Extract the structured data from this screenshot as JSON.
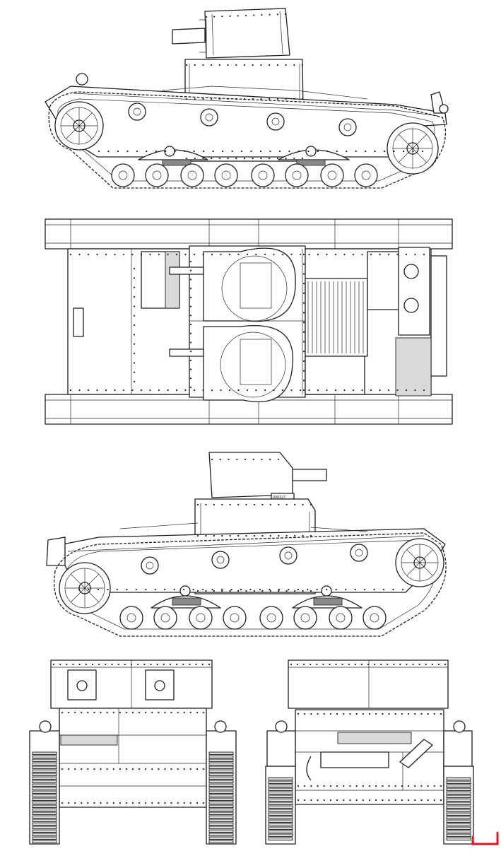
{
  "drawing": {
    "views": [
      {
        "id": "left-side",
        "label": ""
      },
      {
        "id": "top",
        "label": ""
      },
      {
        "id": "right-side",
        "label": ""
      },
      {
        "id": "front",
        "label": ""
      },
      {
        "id": "rear",
        "label": ""
      }
    ],
    "plate_text": "D90327",
    "colors": {
      "line": "#1e1e1e",
      "background": "#ffffff",
      "mark": "#e8141e"
    }
  }
}
